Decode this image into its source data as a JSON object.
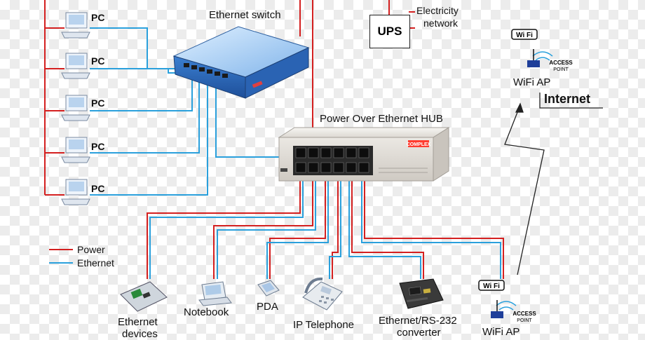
{
  "labels": {
    "ethernet_switch": "Ethernet switch",
    "ups": "UPS",
    "electricity_network_1": "Electricity",
    "electricity_network_2": "network",
    "poe_hub": "Power Over Ethernet HUB",
    "wifi_ap_top": "WiFi AP",
    "internet": "Internet",
    "pc": "PC",
    "legend_power": "Power",
    "legend_ethernet": "Ethernet",
    "ethernet_devices_1": "Ethernet",
    "ethernet_devices_2": "devices",
    "notebook": "Notebook",
    "pda": "PDA",
    "ip_telephone": "IP Telephone",
    "converter_1": "Ethernet/RS-232",
    "converter_2": "converter",
    "wifi_ap_bottom": "WiFi AP",
    "wifi_badge": "Wi Fi",
    "access_point_1": "ACCESS",
    "access_point_2": "POINT",
    "hub_brand": "COMPLEX"
  },
  "colors": {
    "power": "#d42020",
    "ethernet": "#2aa0dc",
    "switch_body": "#3b7fd0",
    "hub_body": "#e6e2dc"
  }
}
